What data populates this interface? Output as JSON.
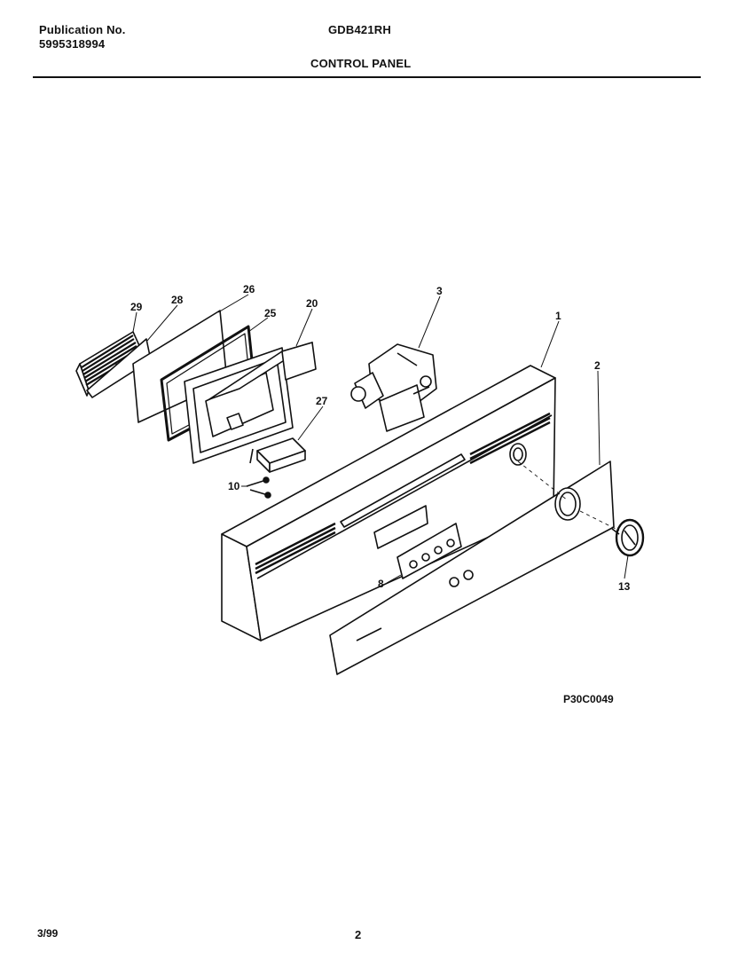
{
  "header": {
    "publication_label": "Publication No.",
    "publication_number": "5995318994",
    "model": "GDB421RH",
    "section_title": "CONTROL PANEL"
  },
  "diagram": {
    "callouts": [
      "29",
      "28",
      "26",
      "25",
      "20",
      "3",
      "1",
      "2",
      "27",
      "10",
      "8",
      "13"
    ],
    "drawing_code": "P30C0049"
  },
  "footer": {
    "date": "3/99",
    "page_number": "2"
  }
}
